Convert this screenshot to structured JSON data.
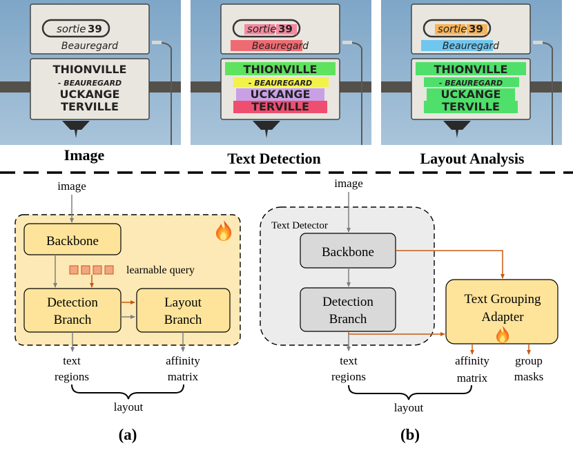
{
  "photos": {
    "sign": {
      "exit_label": "sortie",
      "exit_number": "39",
      "place": "Beauregard",
      "lines": [
        "THIONVILLE",
        "- BEAUREGARD",
        "UCKANGE",
        "TERVILLE"
      ]
    },
    "captions": [
      "Image",
      "Text Detection",
      "Layout Analysis"
    ]
  },
  "panel_a": {
    "input": "image",
    "backbone": "Backbone",
    "query": "learnable query",
    "detection": [
      "Detection",
      "Branch"
    ],
    "layout_branch": [
      "Layout",
      "Branch"
    ],
    "out_text": [
      "text",
      "regions"
    ],
    "out_affinity": [
      "affinity",
      "matrix"
    ],
    "brace": "layout",
    "caption": "(a)"
  },
  "panel_b": {
    "input": "image",
    "detector_label": "Text Detector",
    "backbone": "Backbone",
    "detection": [
      "Detection",
      "Branch"
    ],
    "adapter": [
      "Text Grouping",
      "Adapter"
    ],
    "out_text": [
      "text",
      "regions"
    ],
    "out_affinity": [
      "affinity",
      "matrix"
    ],
    "out_group": [
      "group",
      "masks"
    ],
    "brace": "layout",
    "caption": "(b)"
  },
  "colors": {
    "trainable_fill": "#fde9b6",
    "box_fill": "#fde49a",
    "frozen_fill": "#ececec",
    "frozen_box": "#d9d9d9",
    "arrow_gray": "#7f7f7f",
    "arrow_orange": "#c55a11",
    "query_square": "#f4a582",
    "sky": "#8fb2cf"
  },
  "icons": [
    "flame-icon"
  ]
}
